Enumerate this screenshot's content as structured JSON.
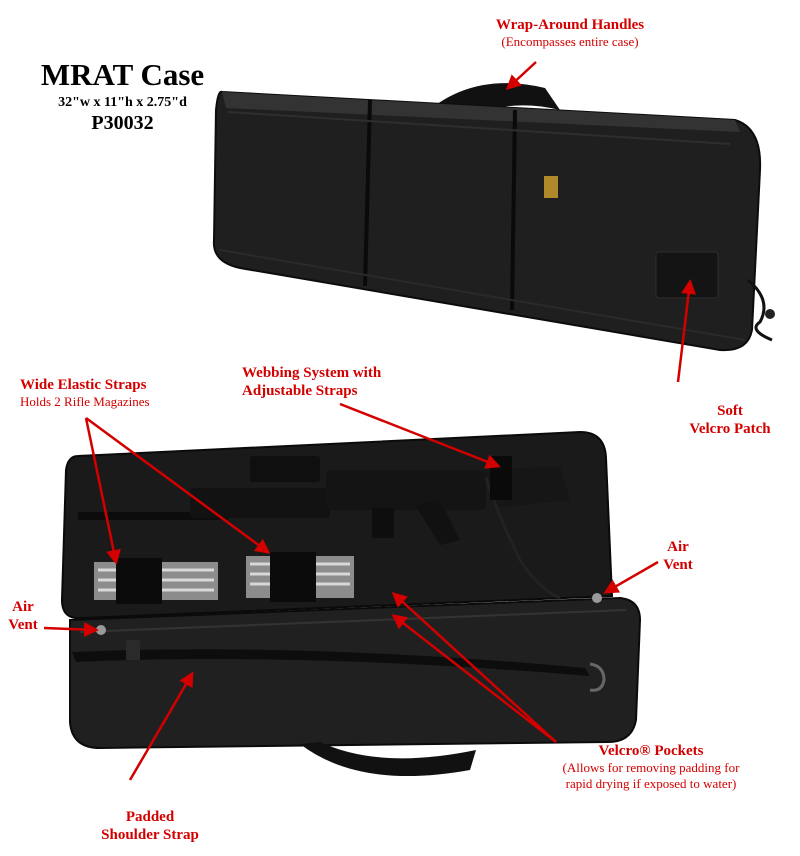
{
  "product": {
    "title": "MRAT Case",
    "dimensions": "32\"w x 11\"h x 2.75\"d",
    "sku": "P30032"
  },
  "callouts": {
    "handles": {
      "head": "Wrap-Around Handles",
      "sub": "(Encompasses entire case)"
    },
    "webbing": {
      "line1": "Webbing System with",
      "line2": "Adjustable Straps"
    },
    "elastic": {
      "head": "Wide Elastic Straps",
      "sub": "Holds 2 Rifle Magazines"
    },
    "soft_patch": {
      "line1": "Soft",
      "line2": "Velcro Patch"
    },
    "air_vent_right": {
      "line1": "Air",
      "line2": "Vent"
    },
    "air_vent_left": {
      "line1": "Air",
      "line2": "Vent"
    },
    "pockets": {
      "head": "Velcro® Pockets",
      "sub1": "(Allows for removing padding for",
      "sub2": "rapid drying if exposed to water)"
    },
    "shoulder": {
      "line1": "Padded",
      "line2": "Shoulder Strap"
    }
  },
  "colors": {
    "callout": "#d40000",
    "case": "#1c1c1c"
  }
}
